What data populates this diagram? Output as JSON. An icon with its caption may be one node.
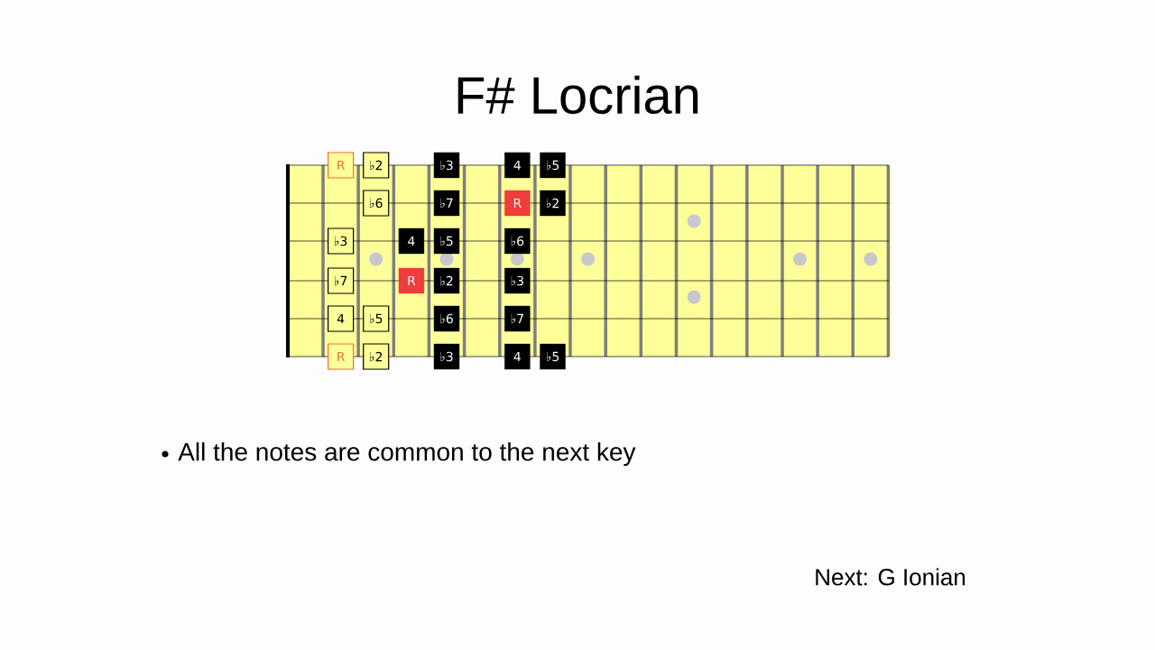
{
  "diagram": {
    "title": "F# Locrian",
    "nodes": [
      {
        "text": [
          "R"
        ]
      },
      {
        "text": [
          "♭2"
        ]
      },
      {
        "text": [
          "♭3"
        ]
      },
      {
        "text": [
          "4"
        ]
      },
      {
        "text": [
          "♭5"
        ]
      },
      {
        "text": [
          "♭6"
        ]
      },
      {
        "text": [
          "♭7"
        ]
      },
      {
        "text": [
          "R"
        ]
      },
      {
        "text": [
          "♭2"
        ]
      },
      {
        "text": [
          "♭3"
        ]
      },
      {
        "text": [
          "4"
        ]
      },
      {
        "text": [
          "♭5"
        ]
      },
      {
        "text": [
          "♭6"
        ]
      },
      {
        "text": [
          "♭7"
        ]
      },
      {
        "text": [
          "R"
        ]
      },
      {
        "text": [
          "♭2"
        ]
      },
      {
        "text": [
          "♭3"
        ]
      },
      {
        "text": [
          "4"
        ]
      },
      {
        "text": [
          "♭5"
        ]
      },
      {
        "text": [
          "♭6"
        ]
      },
      {
        "text": [
          "♭7"
        ]
      },
      {
        "text": [
          "R"
        ]
      },
      {
        "text": [
          "♭2"
        ]
      },
      {
        "text": [
          "♭3"
        ]
      },
      {
        "text": [
          "4"
        ]
      },
      {
        "text": [
          "♭5"
        ]
      }
    ],
    "labels": [
      "All the notes are common to the next key",
      "Next: G Ionian"
    ]
  }
}
